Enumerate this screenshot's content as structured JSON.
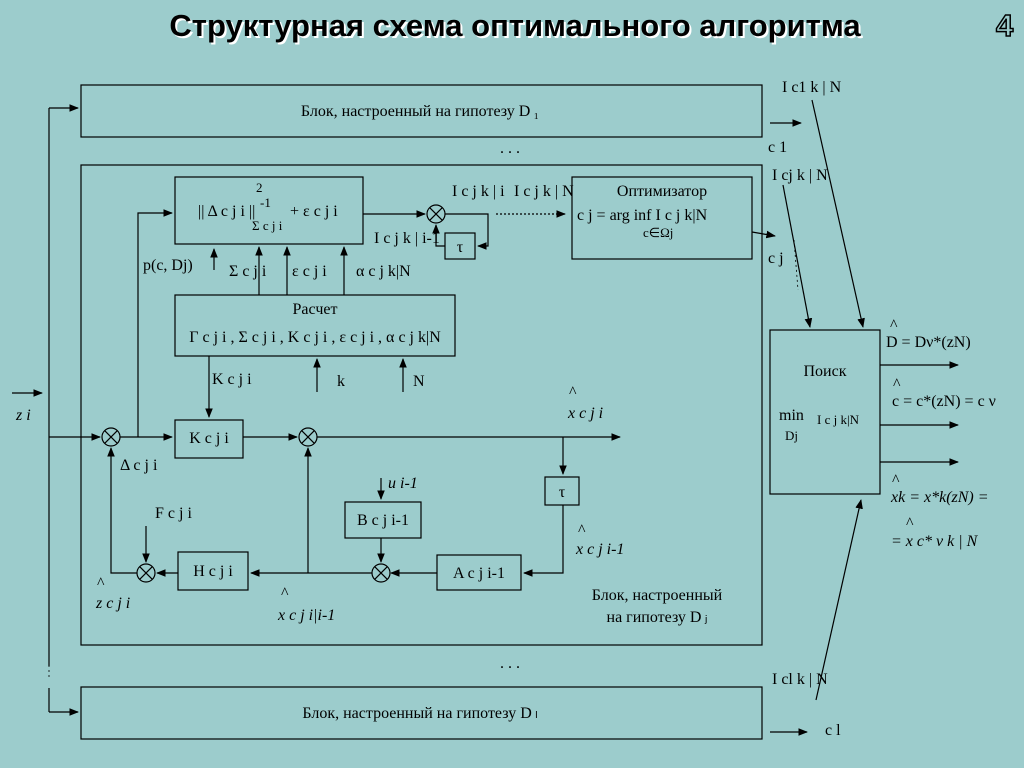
{
  "title": "Структурная схема оптимального алгоритма",
  "slide_number": "4",
  "blocks": {
    "block_1": "Блок, настроенный на гипотезу D ₁",
    "block_l": "Блок, настроенный на гипотезу D ₗ",
    "block_j_line1": "Блок, настроенный",
    "block_j_line2": "на гипотезу D ⱼ",
    "calc_title": "Расчет",
    "calc_formula": "Γ c j i , Σ c j i , K c j i , ε c j i , α c j k|N",
    "norm_sq": "2",
    "norm_body": "|| Δ c j i ||",
    "norm_inv": "-1",
    "norm_sigma": "Σ c j i",
    "norm_plus": "+ ε c j i",
    "optimizer_title": "Оптимизатор",
    "optimizer_formula": "c j = arg inf  I c j k|N",
    "optimizer_sub": "c∈Ωj",
    "search_title": "Поиск",
    "search_min": "min",
    "search_arg": "I c j k|N",
    "search_sub": "Dj",
    "k_block": "K c j i",
    "tau": "τ",
    "b_block": "B c j i-1",
    "a_block": "A c j i-1",
    "h_block": "H c j i",
    "ellipsis": ". . ."
  },
  "labels": {
    "z_i": "z i",
    "delta": "Δ c j i",
    "F": "F c j i",
    "z_hat": "z c j i",
    "x_hat_pred": "x c j i|i-1",
    "x_hat": "x c j i",
    "x_hat_prev": "x c j i-1",
    "u": "u i-1",
    "K_calc": "K c j i",
    "k": "k",
    "N": "N",
    "p": "p(c, Dj)",
    "sigma_in": "Σ c j i",
    "eps_in": "ε c j i",
    "alpha_in": "α c j k|N",
    "I_i": "I c j k | i",
    "I_N": "I c j k | N",
    "I_prev": "I c j k | i-1",
    "I_c1": "I c1 k | N",
    "I_cj": "I cj k | N",
    "I_cl": "I cl k | N",
    "c1": "c 1",
    "cj": "c j",
    "cl": "c l",
    "D_out": "D = Dν*(zN)",
    "c_out": "c = c*(zN) = c ν",
    "x_out1": "xk = x*k(zN) =",
    "x_out2": "= x c* ν k | N",
    "hat": "^"
  },
  "colors": {
    "background": "#9ccccc",
    "line": "#000000"
  }
}
